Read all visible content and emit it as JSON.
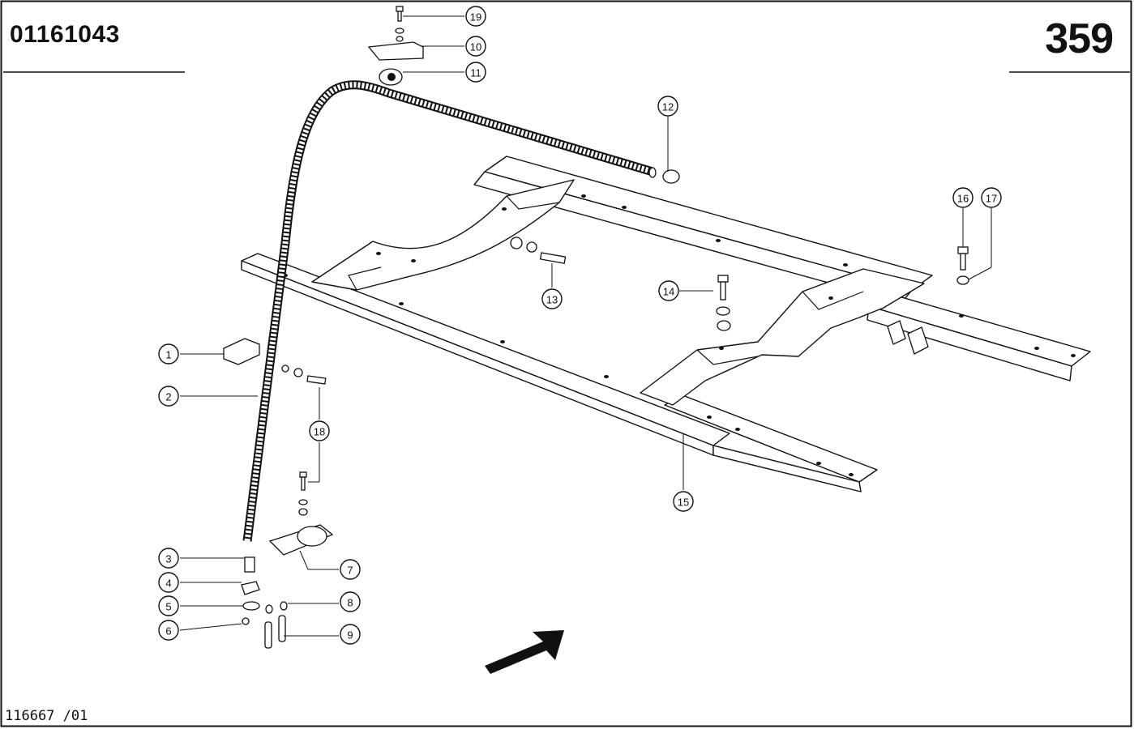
{
  "header": {
    "part_number": "01161043",
    "page_number": "359"
  },
  "footer": {
    "drawing_reference": "116667 /01"
  },
  "callouts": [
    "1",
    "2",
    "3",
    "4",
    "5",
    "6",
    "7",
    "8",
    "9",
    "10",
    "11",
    "12",
    "13",
    "14",
    "15",
    "16",
    "17",
    "18",
    "19"
  ],
  "icons": {
    "direction_arrow": "direction-arrow-icon"
  }
}
